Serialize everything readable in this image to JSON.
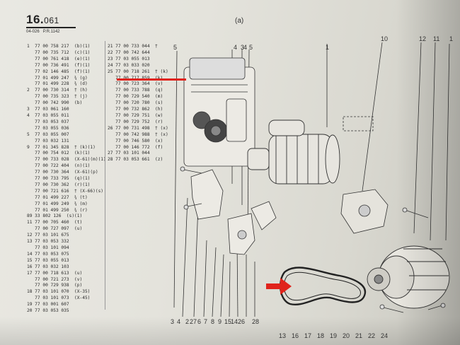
{
  "header": {
    "page_number": "16.",
    "page_number_small": "061",
    "ref_left": "04-026",
    "ref_right": "P.R.1142",
    "section_label": "(a)"
  },
  "parts_left": [
    "1  77 00 758 217  (b)(1)",
    "   77 00 735 712  (c)(1)",
    "   77 00 761 418  (e)(1)",
    "   77 00 736 491  (f)(1)",
    "   77 02 146 485  (f)(1)",
    "   77 01 499 247  ¾ (g)",
    "   77 01 499 228  ¾ (d)",
    "2  77 00 730 314  † (h)",
    "   77 00 735 323  † (j)",
    "   77 00 742 990  (b)",
    "3  77 03 061 160",
    "4  77 03 055 011",
    "   77 03 053 037",
    "   77 03 055 036",
    "5  77 03 055 007",
    "   77 03 032 131",
    "9  77 01 345 828  † (k)(1)",
    "   77 00 754 012  (k)(1)",
    "   77 00 733 028  (X-61)(m)(1)",
    "   77 00 722 404  (n)(1)",
    "   77 00 730 364  (X-61)(p)",
    "   77 00 733 795  (q)(1)",
    "   77 00 730 362  (r)(1)",
    "   77 00 721 616  † (X-66)(s)",
    "   77 01 499 227  ¾ (t)",
    "   77 01 499 249  ¾ (m)",
    "   77 01 499 250  ¾ (r)",
    "89 33 802 126  (s)(1)",
    "11 77 00 705 460  (t)",
    "   77 00 727 097  (u)",
    "12 77 03 101 675",
    "13 77 03 053 332",
    "   77 03 101 094",
    "14 77 03 053 075",
    "15 77 03 055 013",
    "16 77 03 032 103",
    "17 77 00 718 613  (u)",
    "   77 00 721 273  (v)",
    "   77 00 729 938  (p)",
    "18 77 03 101 070  (X-35)",
    "   77 03 101 073  (X-45)",
    "19 77 03 001 607",
    "20 77 03 053 035"
  ],
  "parts_right": [
    "21 77 00 733 044  †",
    "22 77 00 742 644",
    "23 77 03 055 013",
    "24 77 03 033 020",
    "25 77 00 718 261  † (k)",
    "   77 00 717 859  (k)",
    "   77 00 723 364  (v)",
    "   77 00 733 788  (q)",
    "   77 00 729 540  (m)",
    "   77 00 720 780  (s)",
    "   77 00 732 862  (h)",
    "   77 00 729 751  (w)",
    "   77 00 729 752  (r)",
    "26 77 00 731 498  † (x)",
    "   77 00 742 988  † (x)",
    "   77 00 746 580  (x)",
    "   77 00 146 772  (f)",
    "27 77 03 101 044",
    "28 77 03 053 661  (z)"
  ],
  "callouts_top": [
    "5",
    "4",
    "3",
    "4",
    "5",
    "1",
    "10",
    "12",
    "11",
    "1"
  ],
  "callouts_bottom": [
    "3",
    "4",
    "2",
    "27",
    "6",
    "7",
    "8",
    "9",
    "15",
    "14",
    "26",
    "28",
    "13",
    "16",
    "17",
    "18",
    "19",
    "20",
    "21",
    "22",
    "24"
  ],
  "colors": {
    "highlight": "#e0231b",
    "arrow": "#e0231b",
    "ink": "#2a2a2a",
    "paper": "#e6e5de"
  }
}
